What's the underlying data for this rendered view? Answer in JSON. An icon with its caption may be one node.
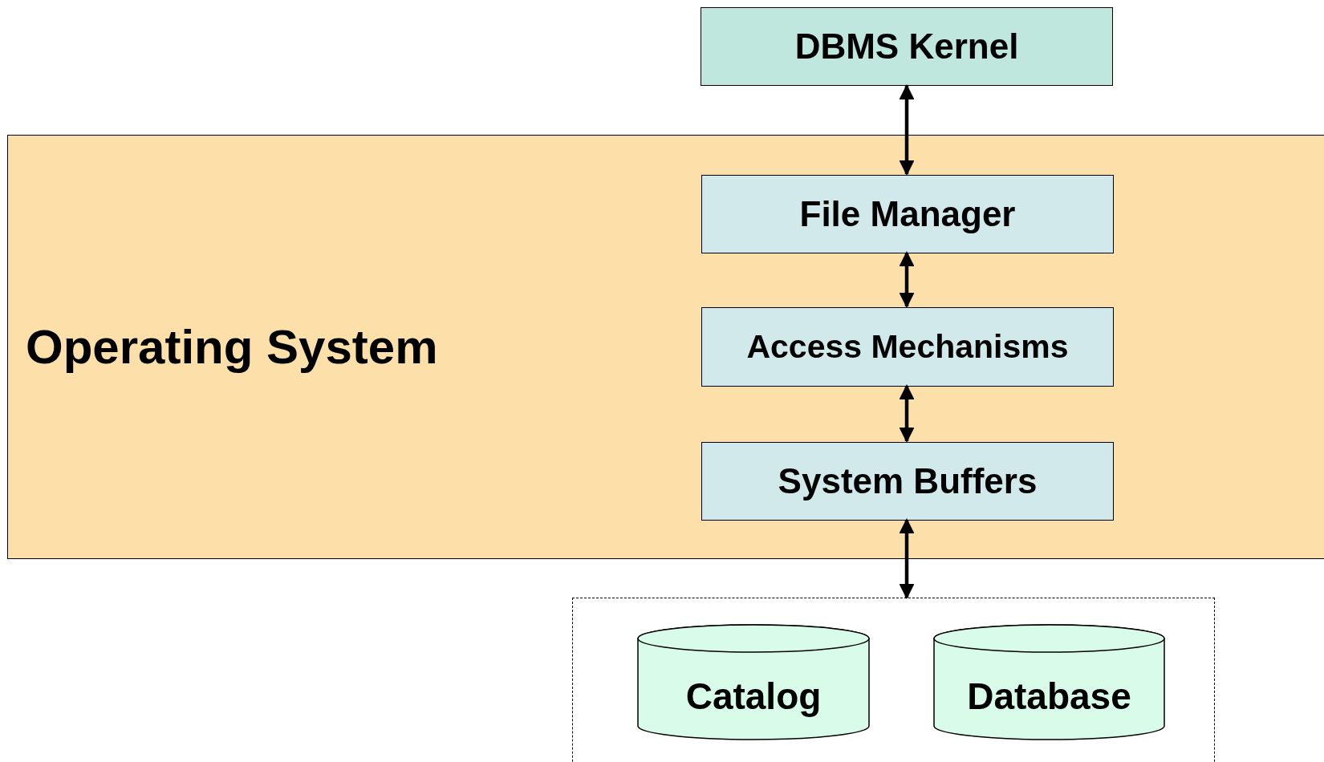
{
  "diagram": {
    "nodes": [
      {
        "text": [
          "DBMS Kernel"
        ]
      },
      {
        "text": [
          "Operating System"
        ]
      },
      {
        "text": [
          "File Manager"
        ],
        "in": 1
      },
      {
        "text": [
          "Access Mechanisms"
        ],
        "in": 1
      },
      {
        "text": [
          "System Buffers"
        ],
        "in": 1
      },
      {
        "text": [],
        "shape": "box"
      },
      {
        "text": [
          "Catalog"
        ],
        "in": 5
      },
      {
        "text": [
          "Database"
        ],
        "in": 5
      }
    ],
    "edges": [
      {
        "from": 0,
        "to": 2,
        "arrow": "both"
      },
      {
        "from": 2,
        "to": 3,
        "arrow": "both"
      },
      {
        "from": 3,
        "to": 4,
        "arrow": "both"
      },
      {
        "from": 4,
        "to": 5,
        "arrow": "both"
      }
    ]
  }
}
